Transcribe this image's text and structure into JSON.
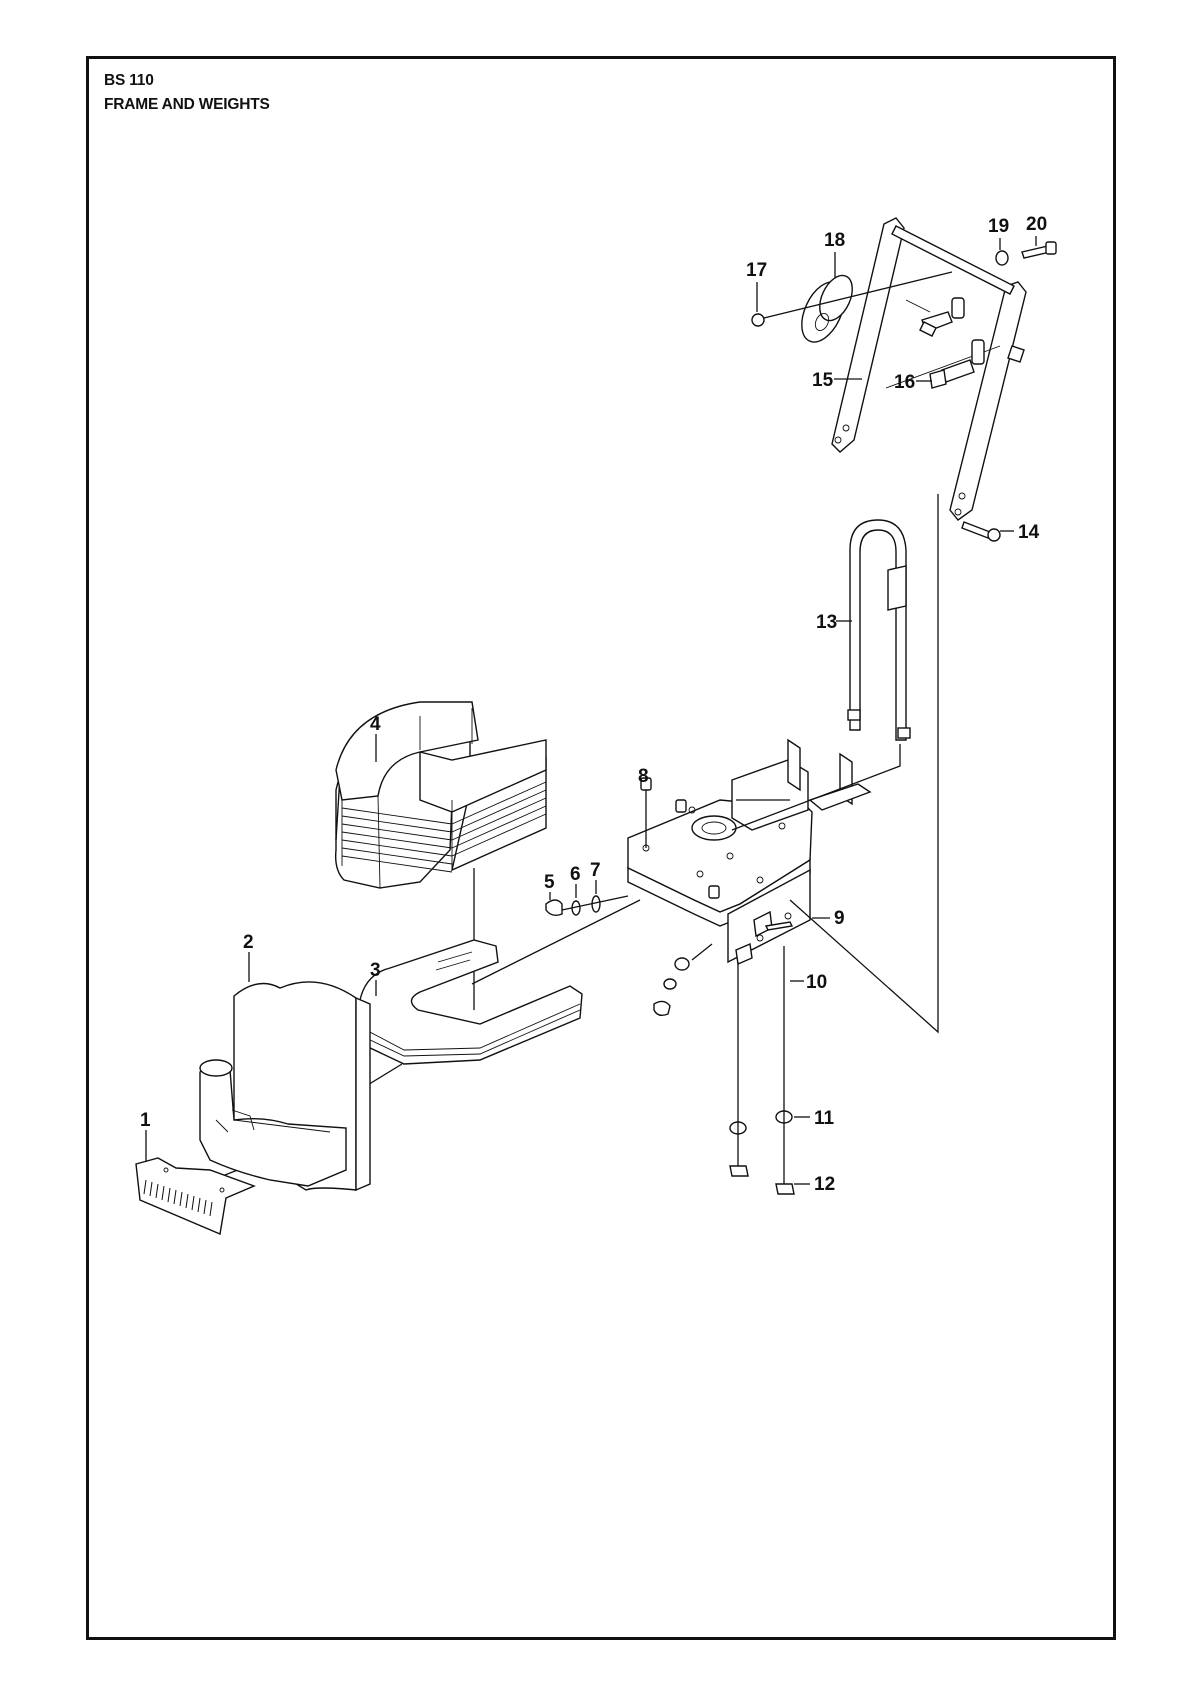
{
  "header": {
    "model": "BS 110",
    "section": "FRAME AND WEIGHTS"
  },
  "callouts": [
    "1",
    "2",
    "3",
    "4",
    "5",
    "6",
    "7",
    "8",
    "9",
    "10",
    "11",
    "12",
    "13",
    "14",
    "15",
    "16",
    "17",
    "18",
    "19",
    "20"
  ]
}
